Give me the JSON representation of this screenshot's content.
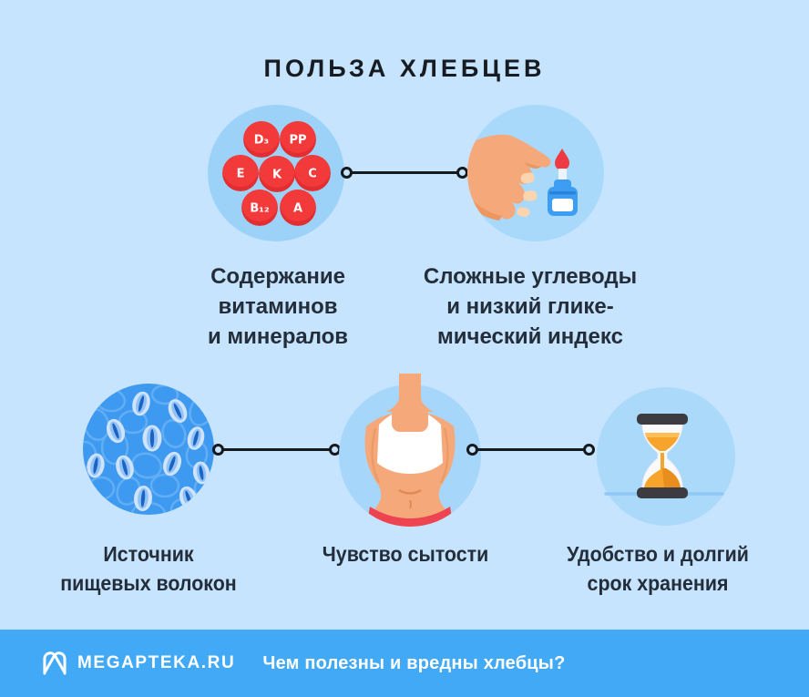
{
  "title": "ПОЛЬЗА ХЛЕБЦЕВ",
  "benefits": [
    {
      "name": "vitamins-minerals",
      "icon": "vitamin-badges-icon",
      "vitamins": [
        "D₃",
        "PP",
        "E",
        "K",
        "C",
        "B₁₂",
        "A"
      ],
      "label_lines": [
        "Содержание",
        "витаминов",
        "и минералов"
      ]
    },
    {
      "name": "complex-carbs-low-glycemic-index",
      "icon": "glucometer-hand-icon",
      "label_lines": [
        "Сложные углеводы",
        "и низкий глике-",
        "мический индекс"
      ]
    },
    {
      "name": "fiber-source",
      "icon": "plant-fiber-cells-icon",
      "label_lines": [
        "Источник",
        "пищевых волокон"
      ]
    },
    {
      "name": "satiety",
      "icon": "slim-torso-icon",
      "label_lines": [
        "Чувство сытости"
      ]
    },
    {
      "name": "convenient-long-storage",
      "icon": "hourglass-icon",
      "label_lines": [
        "Удобство и долгий",
        "срок хранения"
      ]
    }
  ],
  "footer": {
    "brand": "MEGAPTEKA.RU",
    "question": "Чем полезны и вредны хлебцы?",
    "logo": "megapteka-m-logo"
  },
  "colors": {
    "page_bg": "#c6e4fd",
    "footer_bar": "#42a9f6",
    "icon_circle_bg": "#a7d8fa",
    "vitamin_red": "#f23a3a",
    "fiber_blue": "#3e9af0",
    "text_dark": "#242e3a",
    "connector_black": "#15181c",
    "sand_orange": "#f5a32a",
    "skin": "#f5a97b",
    "garment_red": "#ee4350",
    "footer_text": "#ffffff"
  }
}
